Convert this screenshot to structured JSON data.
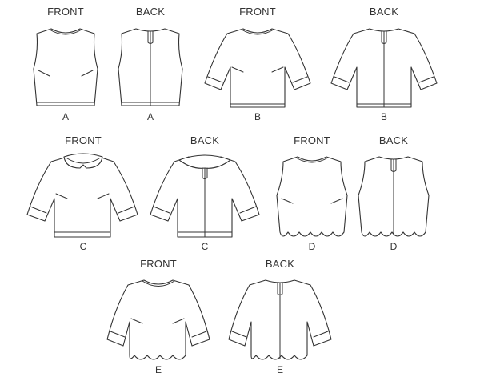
{
  "diagram": {
    "views": [
      {
        "view": "FRONT",
        "variant": "A"
      },
      {
        "view": "BACK",
        "variant": "A"
      },
      {
        "view": "FRONT",
        "variant": "B"
      },
      {
        "view": "BACK",
        "variant": "B"
      },
      {
        "view": "FRONT",
        "variant": "C"
      },
      {
        "view": "BACK",
        "variant": "C"
      },
      {
        "view": "FRONT",
        "variant": "D"
      },
      {
        "view": "BACK",
        "variant": "D"
      },
      {
        "view": "FRONT",
        "variant": "E"
      },
      {
        "view": "BACK",
        "variant": "E"
      }
    ]
  }
}
